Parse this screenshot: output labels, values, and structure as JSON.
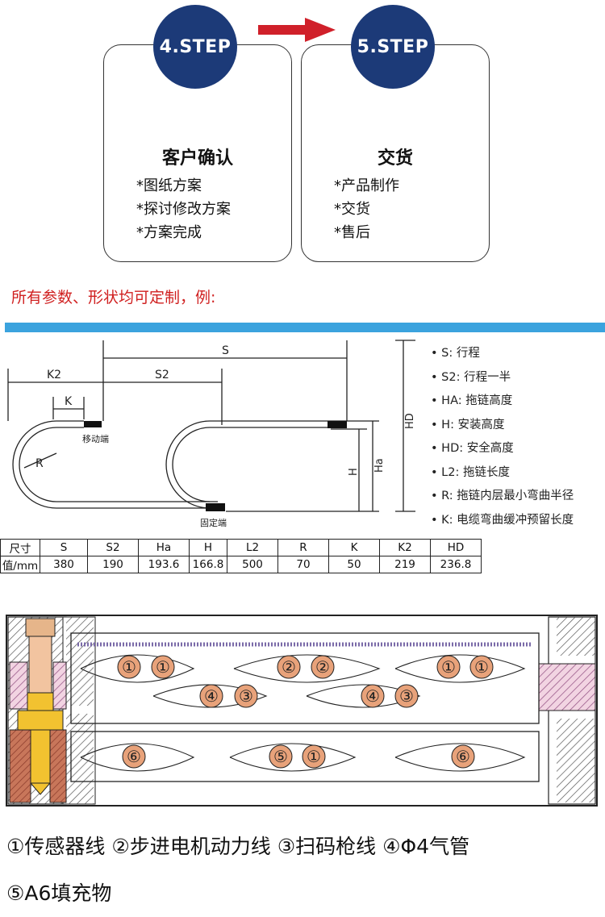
{
  "step4": {
    "label": "4.STEP",
    "title": "客户确认",
    "items": [
      "*图纸方案",
      "*探讨修改方案",
      "*方案完成"
    ]
  },
  "step5": {
    "label": "5.STEP",
    "title": "交货",
    "items": [
      "*产品制作",
      "*交货",
      "*售后"
    ]
  },
  "note": "所有参数、形状均可定制，例:",
  "drawing": {
    "labels": {
      "s": "S",
      "s2": "S2",
      "k2": "K2",
      "k": "K",
      "r": "R",
      "h": "H",
      "ha": "Ha",
      "hd": "HD",
      "moving_end": "移动端",
      "fixed_end": "固定端"
    }
  },
  "legend": [
    "• S:  行程",
    "• S2:  行程一半",
    "• HA:  拖链高度",
    "• H:  安装高度",
    "• HD:  安全高度",
    "• L2:  拖链长度",
    "• R:  拖链内层最小弯曲半径",
    "• K:  电缆弯曲缓冲预留长度"
  ],
  "table": {
    "row_labels": [
      "尺寸",
      "值/mm"
    ],
    "headers": [
      "S",
      "S2",
      "Ha",
      "H",
      "L2",
      "R",
      "K",
      "K2",
      "HD"
    ],
    "values": [
      "380",
      "190",
      "193.6",
      "166.8",
      "500",
      "70",
      "50",
      "219",
      "236.8"
    ]
  },
  "cables": {
    "row1": [
      "①",
      "①",
      "②",
      "②",
      "①",
      "①"
    ],
    "row2": [
      "④",
      "③",
      "④",
      "③"
    ],
    "row3": [
      "⑥",
      "⑤",
      "①",
      "⑥"
    ]
  },
  "captions": {
    "line1": "①传感器线 ②步进电机动力线 ③扫码枪线 ④Φ4气管",
    "line2": "⑤A6填充物"
  },
  "colors": {
    "step_circle": "#1c3a78",
    "arrow": "#d0202a",
    "note_text": "#d02020",
    "band": "#3ba3de",
    "cable_fill": "#e8a27a",
    "bolt": "#f2c230",
    "pink": "#e8b4c8"
  }
}
